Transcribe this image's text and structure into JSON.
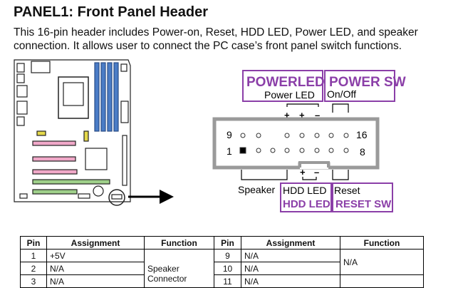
{
  "title": "PANEL1: Front Panel Header",
  "description": {
    "line1": "This 16-pin header includes Power-on, Reset, HDD LED, Power LED, and speaker",
    "line2": "connection. It allows user to connect the PC case’s front panel switch functions."
  },
  "diagram": {
    "powerled_box": "POWERLED",
    "powerled_label": "Power LED",
    "powersw_box": "POWER SW",
    "powersw_label": "On/Off",
    "top_plus_1": "+",
    "top_plus_2": "+",
    "top_minus": "–",
    "pin9": "9",
    "pin16": "16",
    "pin1": "1",
    "pin8": "8",
    "speaker_label": "Speaker",
    "hddled_label": "HDD LED",
    "hddled_box": "HDD LED",
    "reset_label": "Reset",
    "resetsw_box": "RESET SW",
    "bottom_plus": "+",
    "bottom_minus": "–",
    "accent_color": "#8b3fa8"
  },
  "table": {
    "headers": [
      "Pin",
      "Assignment",
      "Function",
      "Pin",
      "Assignment",
      "Function"
    ],
    "rows": [
      {
        "pin_a": "1",
        "assign_a": "+5V",
        "pin_b": "9",
        "assign_b": "N/A"
      },
      {
        "pin_a": "2",
        "assign_a": "N/A",
        "pin_b": "10",
        "assign_b": "N/A"
      },
      {
        "pin_a": "3",
        "assign_a": "N/A",
        "pin_b": "11",
        "assign_b": "N/A"
      }
    ],
    "function_a": "Speaker Connector",
    "function_b": "N/A"
  }
}
